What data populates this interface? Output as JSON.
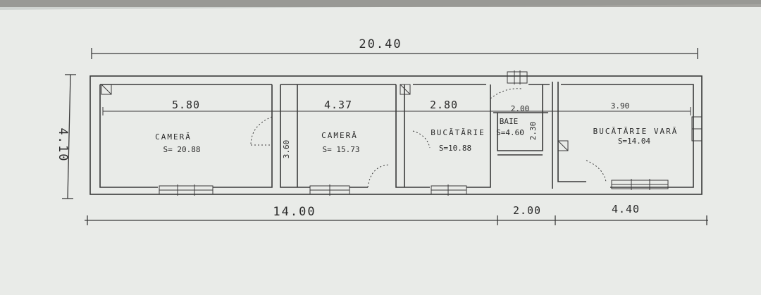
{
  "overall": {
    "total_length": "20.40",
    "depth": "4.10",
    "segments_bottom": [
      "14.00",
      "2.00",
      "4.40"
    ]
  },
  "room_widths": [
    "5.80",
    "4.37",
    "2.80",
    "2.00",
    "3.90"
  ],
  "interior_dims": {
    "wall_height_a": "3.60",
    "wall_height_b": "2.30"
  },
  "rooms": [
    {
      "name": "CAMERĂ",
      "area": "S= 20.88"
    },
    {
      "name": "CAMERĂ",
      "area": "S= 15.73"
    },
    {
      "name": "BUCĂTĂRIE",
      "area": "S=10.88"
    },
    {
      "name": "BAIE",
      "area": "S=4.60"
    },
    {
      "name": "BUCĂTĂRIE VARĂ",
      "area": "S=14.04"
    }
  ]
}
